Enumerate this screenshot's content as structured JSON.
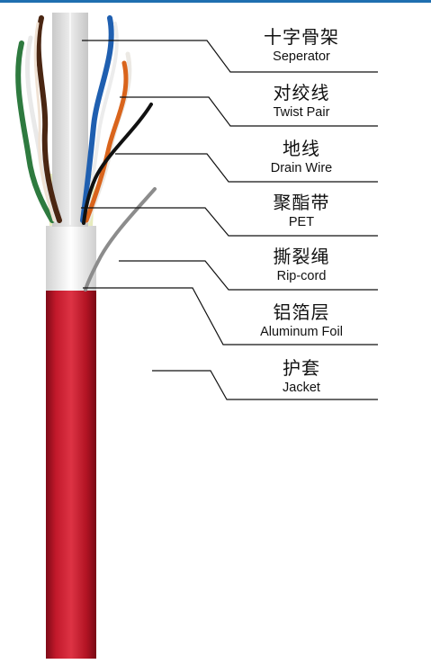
{
  "diagram": {
    "layers": [
      {
        "zh": "十字骨架",
        "en": "Seperator"
      },
      {
        "zh": "对绞线",
        "en": "Twist Pair"
      },
      {
        "zh": "地线",
        "en": "Drain Wire"
      },
      {
        "zh": "聚酯带",
        "en": "PET"
      },
      {
        "zh": "撕裂绳",
        "en": "Rip-cord"
      },
      {
        "zh": "铝箔层",
        "en": "Aluminum Foil"
      },
      {
        "zh": "护套",
        "en": "Jacket"
      }
    ],
    "colors": {
      "jacket": "#b01322",
      "foil": "#eeeeee",
      "separator": "#d8d8d8",
      "pet": "#eef2c8",
      "drain_wire": "#111111",
      "rip_cord": "#8c8c8c",
      "accent_rule": "#1f6fb0"
    }
  }
}
